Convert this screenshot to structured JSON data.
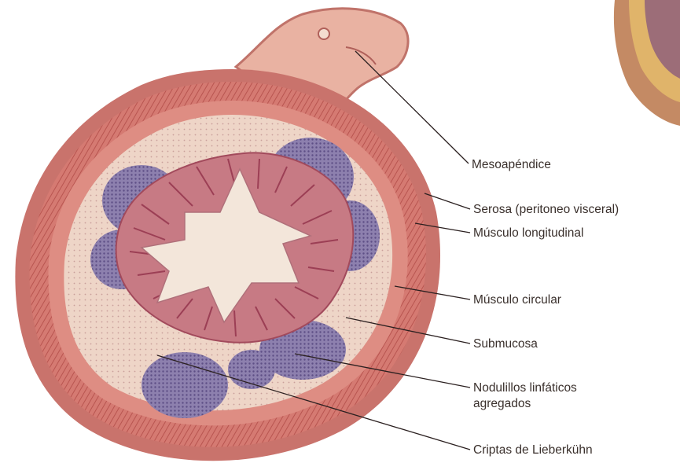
{
  "colors": {
    "background": "#ffffff",
    "serosa": "#c9736c",
    "muscle_longitudinal": "#cf6c66",
    "muscle_circular": "#d6847b",
    "submucosa": "#f0d6c8",
    "mucosa_glands": "#b5566b",
    "lymphoid_nodules": "#8a7aaa",
    "lumen": "#f3e6da",
    "leader_line": "#2b2020",
    "label_text": "#3a302c"
  },
  "labels": {
    "mesoapendice": "Mesoapéndice",
    "serosa": "Serosa (peritoneo visceral)",
    "musculo_longitudinal": "Músculo longitudinal",
    "musculo_circular": "Músculo circular",
    "submucosa": "Submucosa",
    "nodulillos_line1": "Nodulillos linfáticos",
    "nodulillos_line2": "agregados",
    "criptas": "Criptas de Lieberkühn"
  }
}
